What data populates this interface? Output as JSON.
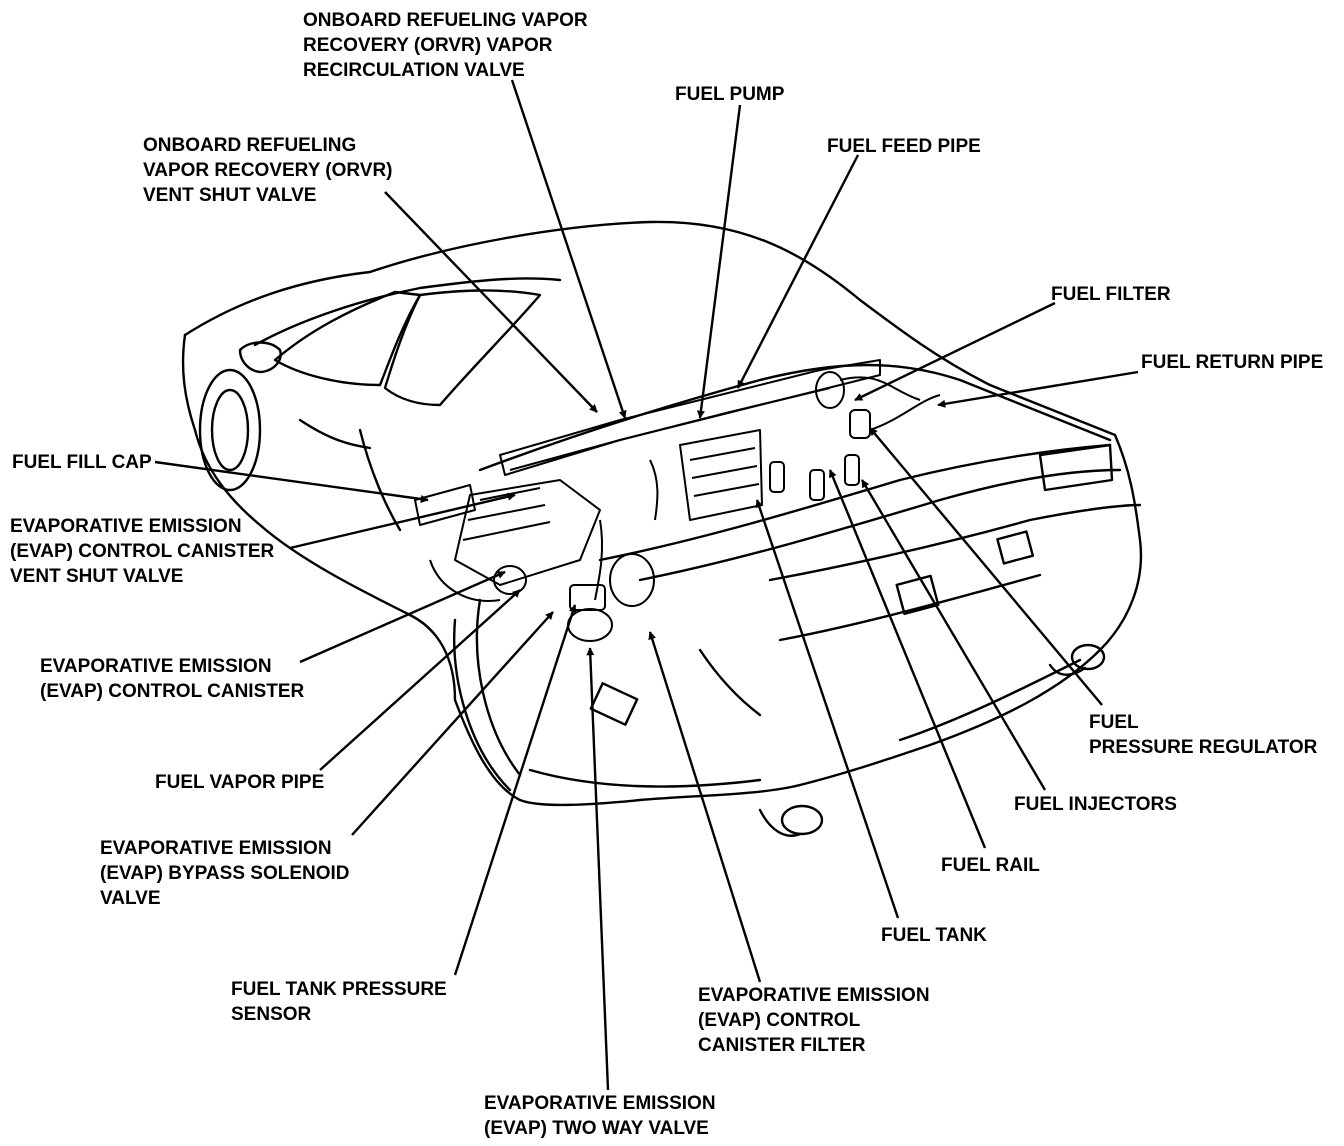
{
  "diagram": {
    "callouts": {
      "orvr_recirc": {
        "lines": [
          "ONBOARD REFUELING VAPOR",
          "RECOVERY (ORVR) VAPOR",
          "RECIRCULATION VALVE"
        ]
      },
      "fuel_pump": {
        "lines": [
          "FUEL PUMP"
        ]
      },
      "orvr_vent": {
        "lines": [
          "ONBOARD REFUELING",
          "VAPOR RECOVERY (ORVR)",
          "VENT SHUT VALVE"
        ]
      },
      "fuel_feed_pipe": {
        "lines": [
          "FUEL FEED PIPE"
        ]
      },
      "fuel_filter": {
        "lines": [
          "FUEL FILTER"
        ]
      },
      "fuel_return_pipe": {
        "lines": [
          "FUEL RETURN PIPE"
        ]
      },
      "fuel_fill_cap": {
        "lines": [
          "FUEL FILL CAP"
        ]
      },
      "evap_vent_shut": {
        "lines": [
          "EVAPORATIVE EMISSION",
          "(EVAP) CONTROL CANISTER",
          "VENT SHUT VALVE"
        ]
      },
      "evap_canister": {
        "lines": [
          "EVAPORATIVE EMISSION",
          "(EVAP) CONTROL CANISTER"
        ]
      },
      "fuel_vapor_pipe": {
        "lines": [
          "FUEL VAPOR PIPE"
        ]
      },
      "evap_bypass": {
        "lines": [
          "EVAPORATIVE EMISSION",
          "(EVAP) BYPASS SOLENOID",
          "VALVE"
        ]
      },
      "tank_pressure_sensor": {
        "lines": [
          "FUEL TANK PRESSURE",
          "SENSOR"
        ]
      },
      "evap_two_way": {
        "lines": [
          "EVAPORATIVE EMISSION",
          "(EVAP) TWO WAY VALVE"
        ]
      },
      "evap_canister_filter": {
        "lines": [
          "EVAPORATIVE EMISSION",
          "(EVAP) CONTROL",
          "CANISTER FILTER"
        ]
      },
      "fuel_tank": {
        "lines": [
          "FUEL TANK"
        ]
      },
      "fuel_rail": {
        "lines": [
          "FUEL RAIL"
        ]
      },
      "fuel_injectors": {
        "lines": [
          "FUEL INJECTORS"
        ]
      },
      "fuel_pressure_regulator": {
        "lines": [
          "FUEL",
          "PRESSURE REGULATOR"
        ]
      }
    }
  }
}
